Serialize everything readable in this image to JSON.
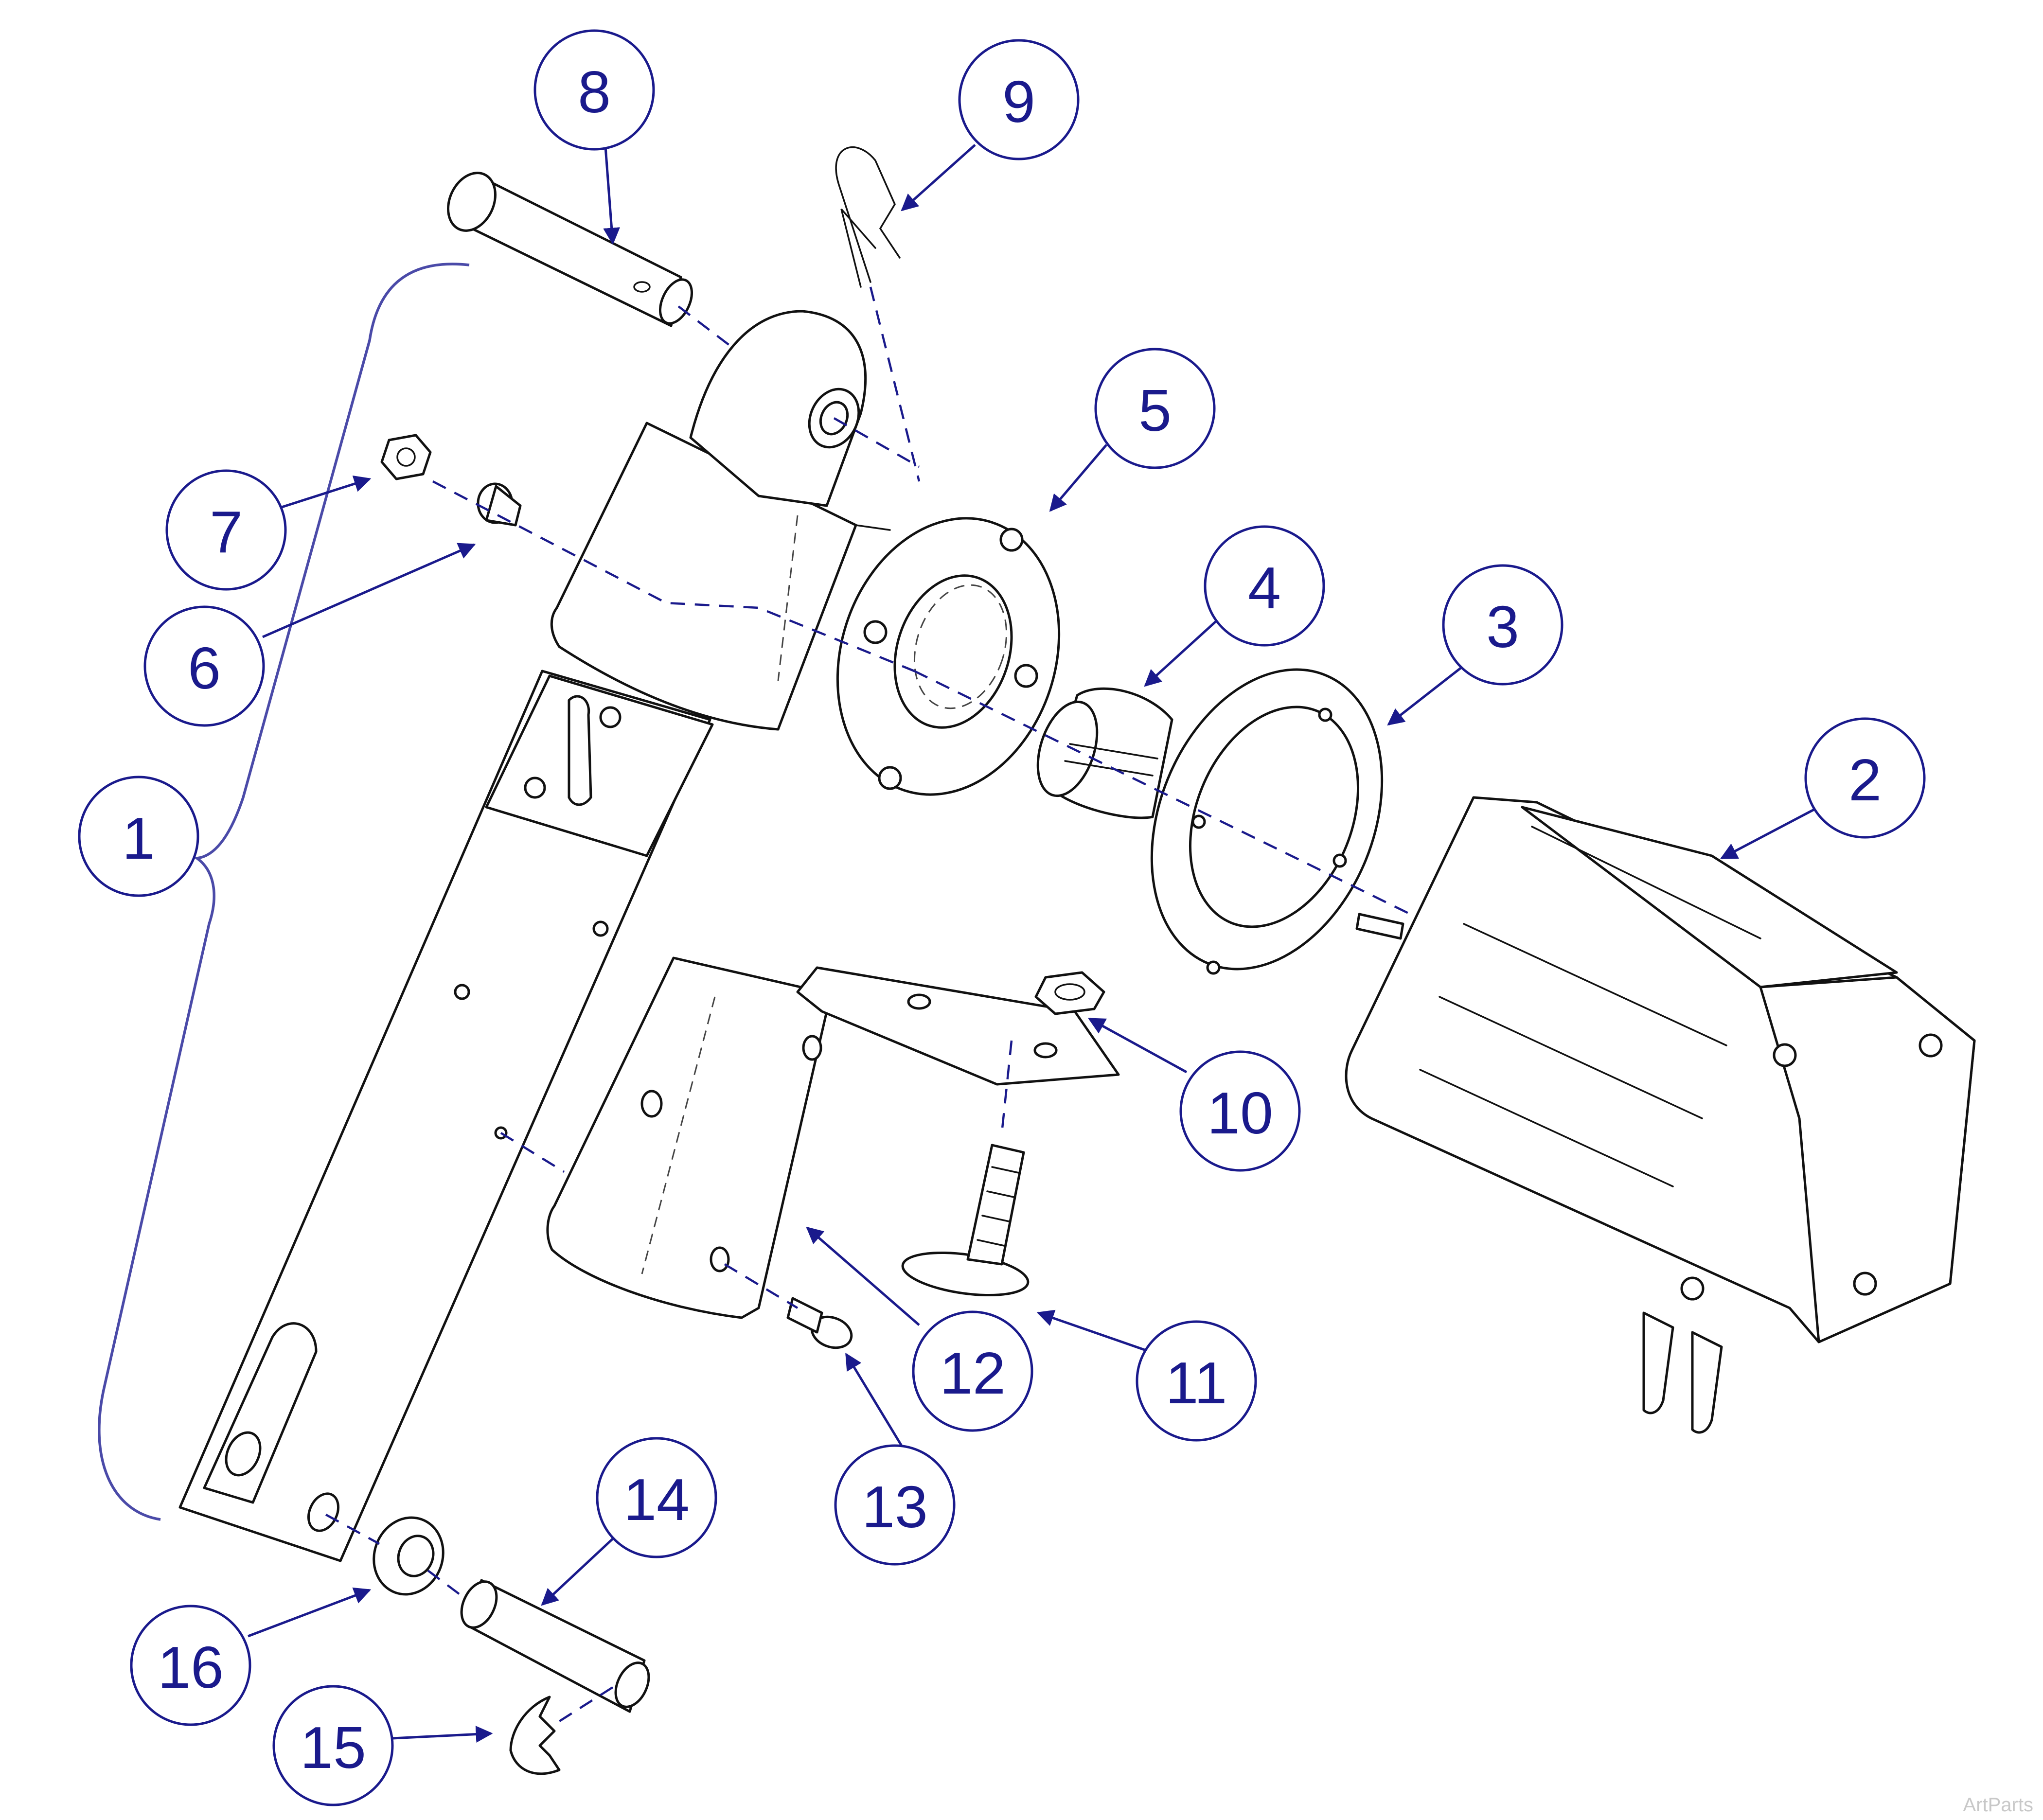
{
  "callouts": [
    "1",
    "2",
    "3",
    "4",
    "5",
    "6",
    "7",
    "8",
    "9",
    "10",
    "11",
    "12",
    "13",
    "14",
    "15",
    "16"
  ],
  "colors": {
    "callout": "#1a1a8c",
    "line": "#111111",
    "background": "#ffffff"
  },
  "watermark": "ArtParts"
}
